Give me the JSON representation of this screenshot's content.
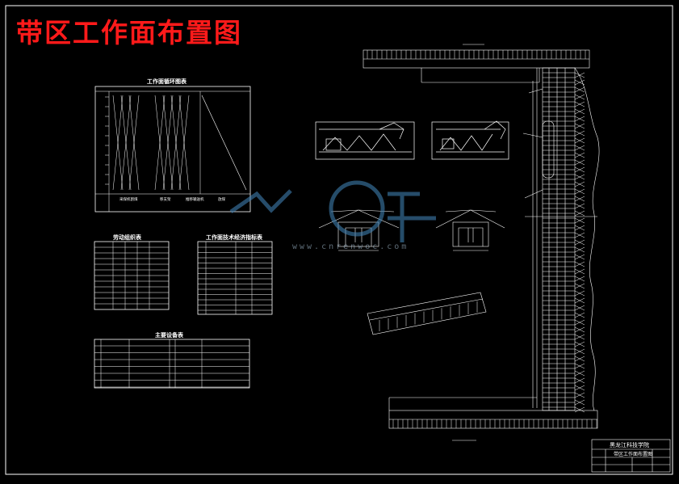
{
  "title": "带区工作面布置图",
  "cycle_chart": {
    "title": "工作面循环图表",
    "legend": [
      "采煤机割煤",
      "移支架",
      "推移输送机",
      "放煤"
    ]
  },
  "labor_table": {
    "title": "劳动组织表"
  },
  "tech_table": {
    "title": "工作面技术经济指标表"
  },
  "equipment_table": {
    "title": "主要设备表"
  },
  "title_block": {
    "school": "黑龙江科技学院",
    "drawing_name": "带区工作面布置图"
  },
  "watermark": {
    "text": "www.cnrenwoc.com"
  },
  "colors": {
    "background": "#000000",
    "title": "#ff1a1a",
    "line": "#ffffff",
    "watermark": "#3f7fb0"
  }
}
